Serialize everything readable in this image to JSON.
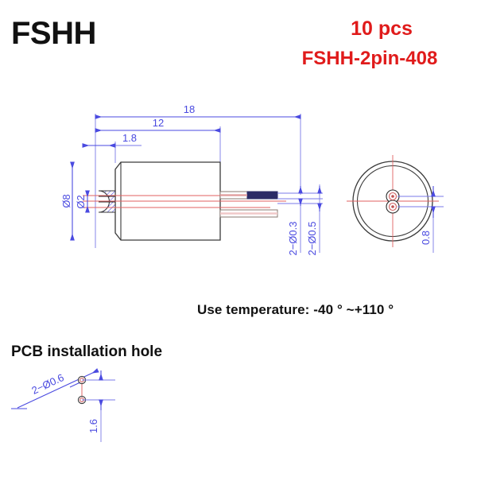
{
  "header": {
    "brand": "FSHH",
    "quantity": "10 pcs",
    "model": "FSHH-2pin-408",
    "accent_color": "#e01b1b",
    "brand_color": "#111111"
  },
  "notes": {
    "temperature": "Use temperature: -40 ° ~+110 °",
    "pcb_title": "PCB installation hole"
  },
  "drawing": {
    "line_color": "#4a4ae0",
    "outline_color": "#3a3a3a",
    "centerline_color": "#e06060",
    "side_view": {
      "dimensions": {
        "overall_length": "18",
        "body_length": "12",
        "tip_length": "1.8",
        "body_diameter": "Ø8",
        "core_diameter": "Ø2",
        "lead_inner": "2−Ø0.3",
        "lead_outer": "2−Ø0.5"
      }
    },
    "end_view": {
      "dimensions": {
        "pin_spacing": "0.8"
      }
    },
    "pcb_detail": {
      "dimensions": {
        "hole_callout": "2−Ø0.6",
        "hole_spacing": "1.6"
      }
    }
  }
}
